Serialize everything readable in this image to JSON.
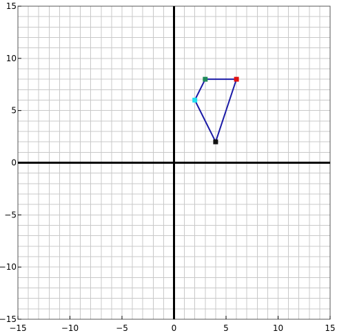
{
  "chart_data": {
    "type": "scatter",
    "title": "",
    "xlabel": "",
    "ylabel": "",
    "xlim": [
      -15,
      15
    ],
    "ylim": [
      -15,
      15
    ],
    "grid": true,
    "grid_minor_step": 1,
    "tick_step": 5,
    "x_ticks": [
      -15,
      -10,
      -5,
      0,
      5,
      10,
      15
    ],
    "y_ticks": [
      -15,
      -10,
      -5,
      0,
      5,
      10,
      15
    ],
    "x_tick_labels": [
      "−15",
      "−10",
      "−5",
      "0",
      "5",
      "10",
      "15"
    ],
    "y_tick_labels": [
      "−15",
      "−10",
      "−5",
      "0",
      "5",
      "10",
      "15"
    ],
    "polygon": {
      "closed": true,
      "line_color": "#1a1aa6",
      "vertices": [
        {
          "x": 3,
          "y": 8,
          "color": "#1e8a5a"
        },
        {
          "x": 6,
          "y": 8,
          "color": "#e01010"
        },
        {
          "x": 4,
          "y": 2,
          "color": "#111111"
        },
        {
          "x": 2,
          "y": 6,
          "color": "#22e0f0"
        }
      ]
    },
    "colors": {
      "grid": "#c8c8c8",
      "axes": "#000000",
      "frame": "#555555"
    }
  }
}
